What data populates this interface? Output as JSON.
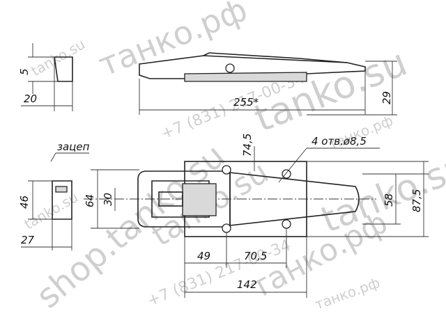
{
  "dimensions": {
    "top_height": "5",
    "top_width": "20",
    "length_overall": "255*",
    "height_side": "29",
    "catch_label": "зацеп",
    "catch_height": "46",
    "catch_width": "27",
    "holes_note": "4 отв.ø8,5",
    "dim_745": "74,5",
    "dim_64": "64",
    "dim_30": "30",
    "dim_58": "58",
    "dim_875": "87,5",
    "dim_49": "49",
    "dim_705": "70,5",
    "dim_142": "142"
  },
  "watermarks": {
    "site_ru": "танко.рф",
    "site_su": "tanko.su",
    "phone": "+7 (831) 217-00-34",
    "shop": "shop.tanko.su"
  }
}
